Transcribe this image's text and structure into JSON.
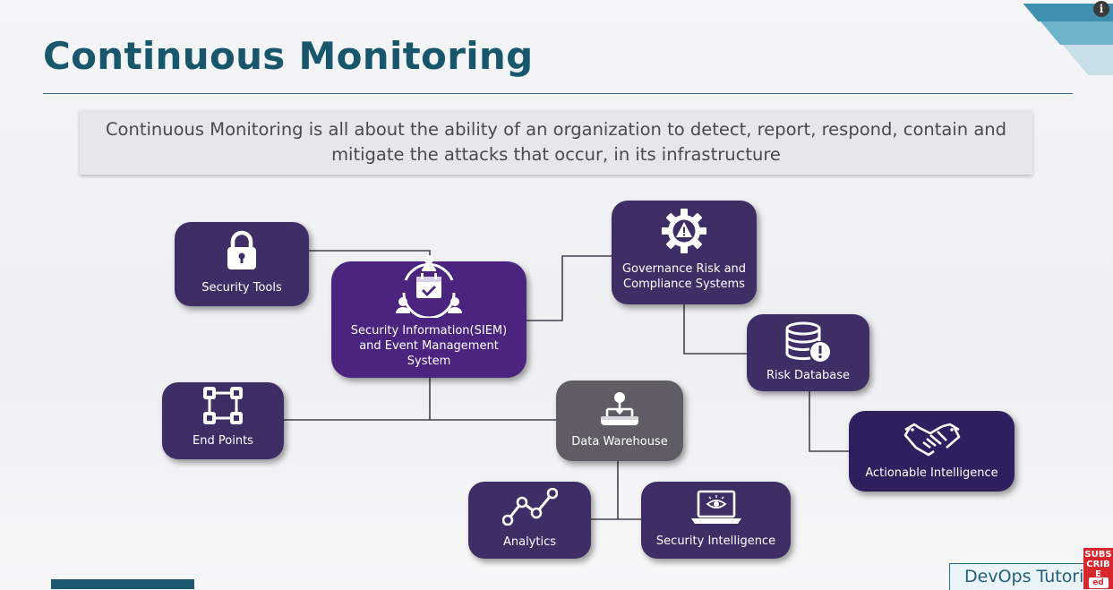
{
  "slide": {
    "title": "Continuous Monitoring",
    "summary": "Continuous Monitoring is all about the ability of an organization to detect, report, respond, contain and mitigate the attacks that occur, in its infrastructure"
  },
  "diagram": {
    "nodes": {
      "security_tools": {
        "label": "Security Tools",
        "icon": "lock-icon"
      },
      "siem": {
        "label": "Security Information(SIEM) and Event Management System",
        "icon": "team-calendar-icon"
      },
      "grc": {
        "label": "Governance Risk and Compliance Systems",
        "icon": "gear-warning-icon"
      },
      "risk_database": {
        "label": "Risk Database",
        "icon": "database-alert-icon"
      },
      "end_points": {
        "label": "End Points",
        "icon": "network-nodes-icon"
      },
      "data_warehouse": {
        "label": "Data Warehouse",
        "icon": "data-hierarchy-icon"
      },
      "actionable_intelligence": {
        "label": "Actionable Intelligence",
        "icon": "handshake-icon"
      },
      "analytics": {
        "label": "Analytics",
        "icon": "line-graph-icon"
      },
      "security_intelligence": {
        "label": "Security Intelligence",
        "icon": "laptop-eye-icon"
      }
    },
    "colors": {
      "node": "#3f2d66",
      "node_siem": "#4b2480",
      "node_warehouse": "#5f5c65",
      "node_actionable": "#2e1f5e",
      "connector": "#46404f",
      "title": "#17566b"
    }
  },
  "overlays": {
    "channel_badge": "DevOps Tutorial",
    "subscribe_label": "SUBSCRIBE",
    "subscribe_logo": "ed",
    "info_icon": "i"
  }
}
